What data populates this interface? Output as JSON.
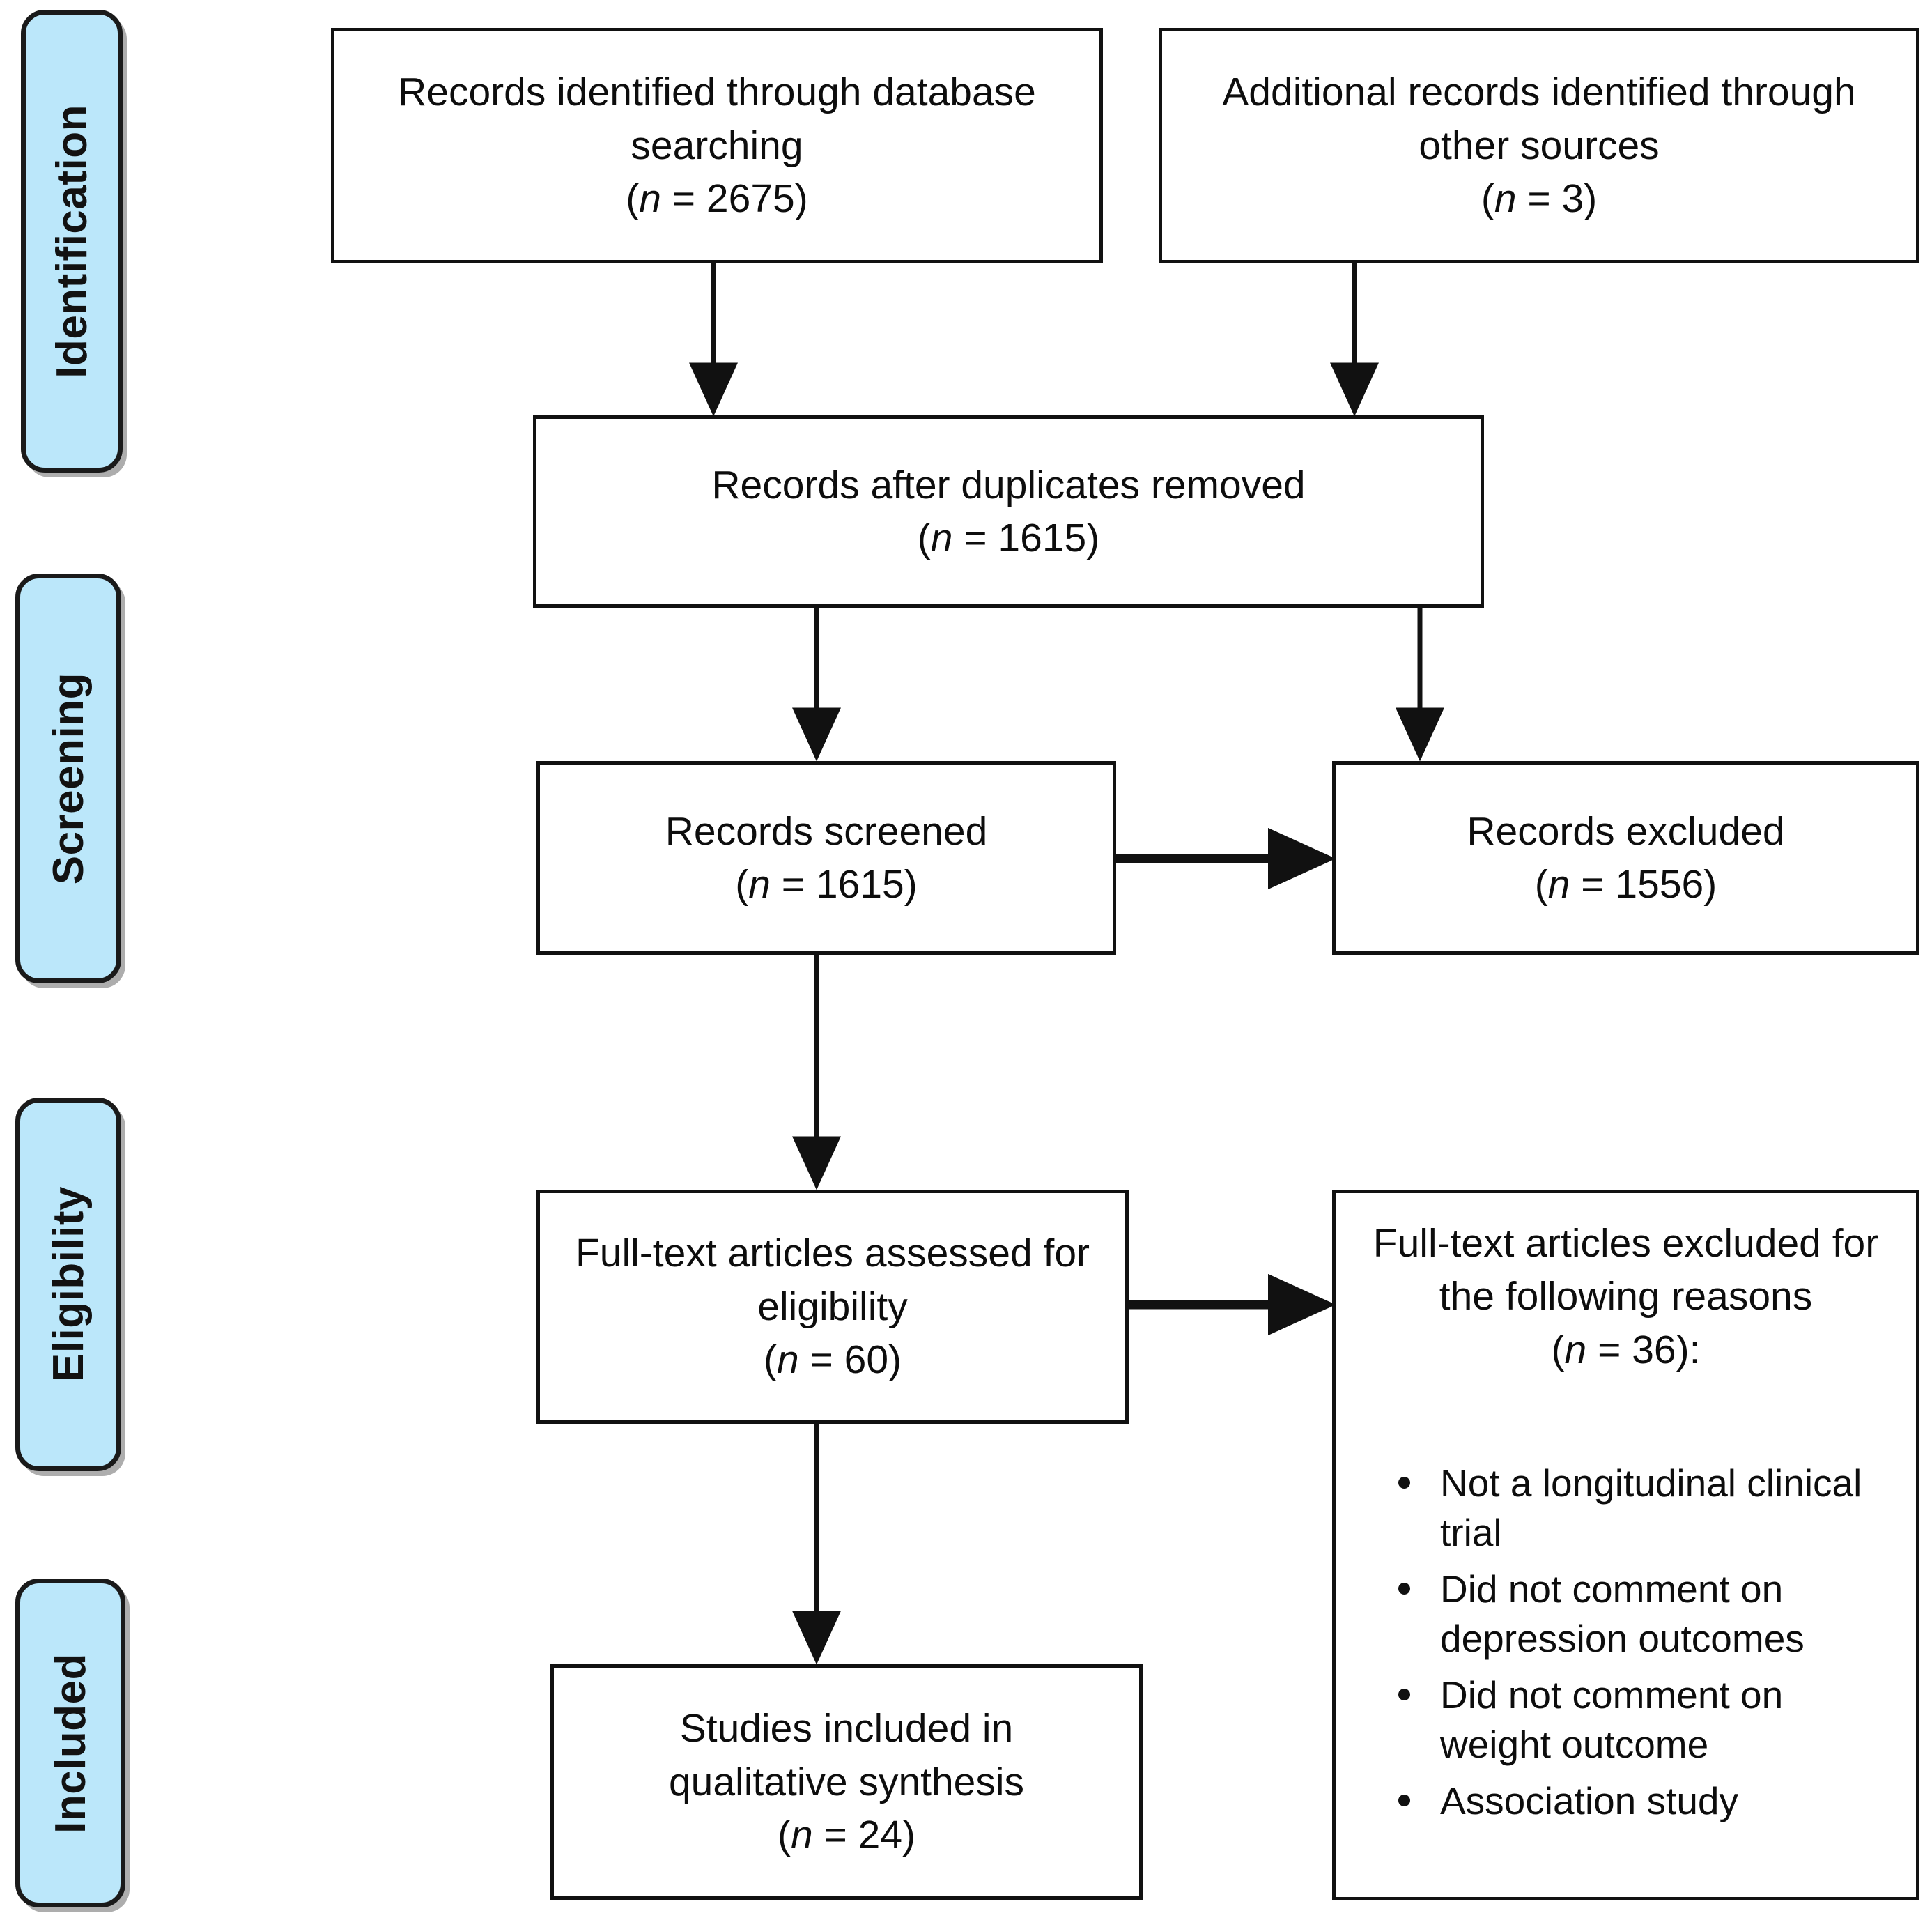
{
  "diagram": {
    "type": "prisma-flow-diagram",
    "stages": [
      {
        "id": "identification",
        "label": "Identification"
      },
      {
        "id": "screening",
        "label": "Screening"
      },
      {
        "id": "eligibility",
        "label": "Eligibility"
      },
      {
        "id": "included",
        "label": "Included"
      }
    ],
    "boxes": {
      "database_records": {
        "text": "Records identified through database\nsearching",
        "count": "(n = 2675)",
        "count_prefix": "(",
        "count_var": "n",
        "count_value": "2675"
      },
      "other_records": {
        "text": "Additional records identified through\nother sources",
        "count": "(n = 3)",
        "count_var": "n",
        "count_value": "3"
      },
      "after_duplicates": {
        "text": "Records after duplicates removed",
        "count": "(n = 1615)",
        "count_var": "n",
        "count_value": "1615"
      },
      "records_screened": {
        "text": "Records screened",
        "count": "(n = 1615)",
        "count_var": "n",
        "count_value": "1615"
      },
      "records_excluded": {
        "text": "Records excluded",
        "count": "(n = 1556)",
        "count_var": "n",
        "count_value": "1556"
      },
      "fulltext_assessed": {
        "text": "Full-text articles assessed for\neligibility",
        "count": "(n = 60)",
        "count_var": "n",
        "count_value": "60"
      },
      "fulltext_excluded": {
        "text": "Full-text articles excluded for\nthe following reasons",
        "count": "(n = 36):",
        "count_var": "n",
        "count_value": "36",
        "reasons": [
          "Not a longitudinal clinical trial",
          "Did not comment on depression outcomes",
          "Did not comment on weight outcome",
          "Association study"
        ]
      },
      "studies_included": {
        "text": "Studies included in\nqualitative synthesis",
        "count": "(n = 24)",
        "count_var": "n",
        "count_value": "24"
      }
    },
    "colors": {
      "stage_fill": "#bbe7fa",
      "stage_border": "#1a1a1a",
      "box_border": "#111111",
      "box_fill": "#ffffff",
      "text": "#0d0d0d",
      "arrow": "#111111",
      "background": "#ffffff"
    }
  }
}
